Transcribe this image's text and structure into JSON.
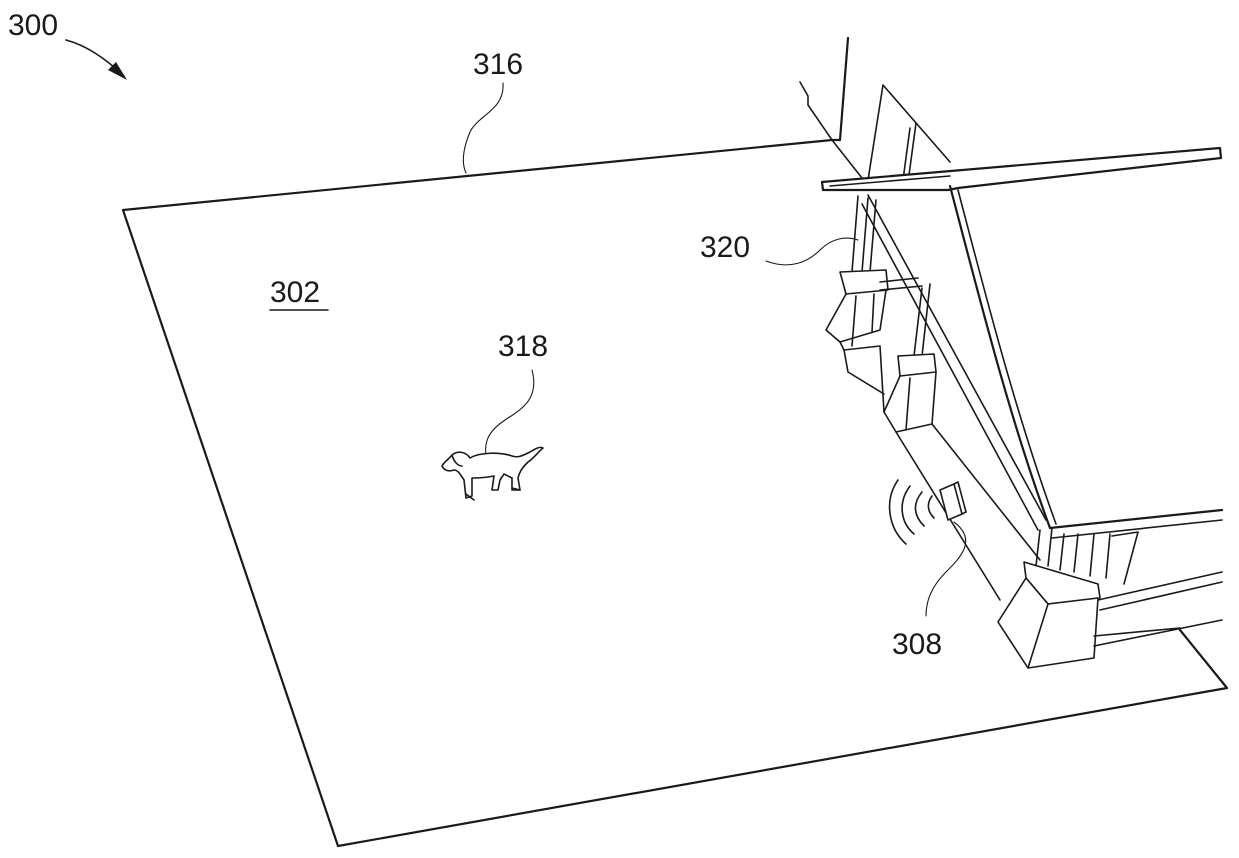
{
  "figure": {
    "labels": {
      "system": "300",
      "boundary": "316",
      "area": "302",
      "pet": "318",
      "structure": "320",
      "device": "308"
    },
    "icons": [
      "arrow-icon",
      "dog-icon",
      "signal-waves-icon",
      "house-icon"
    ],
    "colors": {
      "ink": "#1a1a1a",
      "background": "#ffffff"
    }
  }
}
